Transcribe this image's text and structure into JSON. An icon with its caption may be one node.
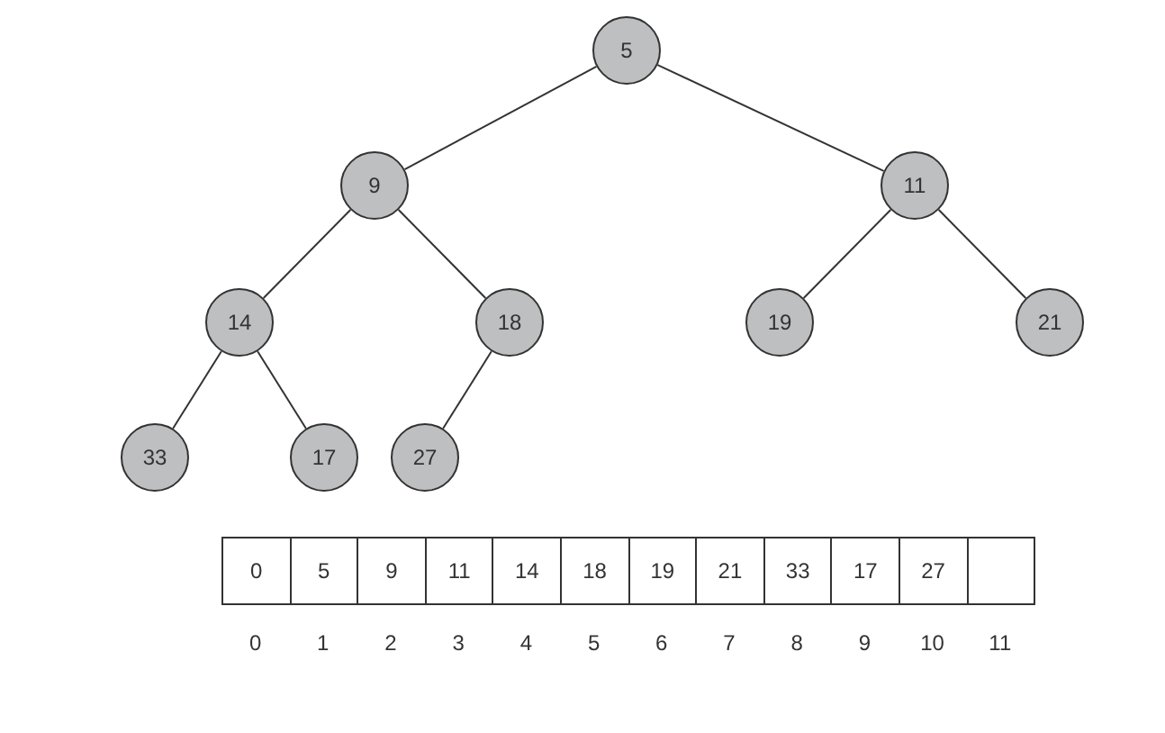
{
  "diagram": {
    "nodes": [
      {
        "text": [
          "5"
        ]
      },
      {
        "text": [
          "9"
        ]
      },
      {
        "text": [
          "11"
        ]
      },
      {
        "text": [
          "14"
        ]
      },
      {
        "text": [
          "18"
        ]
      },
      {
        "text": [
          "19"
        ]
      },
      {
        "text": [
          "21"
        ]
      },
      {
        "text": [
          "33"
        ]
      },
      {
        "text": [
          "17"
        ]
      },
      {
        "text": [
          "27"
        ]
      },
      {
        "text": [
          "0"
        ],
        "beside": [
          "0"
        ]
      },
      {
        "text": [
          "5"
        ],
        "beside": [
          "1"
        ]
      },
      {
        "text": [
          "9"
        ],
        "beside": [
          "2"
        ]
      },
      {
        "text": [
          "11"
        ],
        "beside": [
          "3"
        ]
      },
      {
        "text": [
          "14"
        ],
        "beside": [
          "4"
        ]
      },
      {
        "text": [
          "18"
        ],
        "beside": [
          "5"
        ]
      },
      {
        "text": [
          "19"
        ],
        "beside": [
          "6"
        ]
      },
      {
        "text": [
          "21"
        ],
        "beside": [
          "7"
        ]
      },
      {
        "text": [
          "33"
        ],
        "beside": [
          "8"
        ]
      },
      {
        "text": [
          "17"
        ],
        "beside": [
          "9"
        ]
      },
      {
        "text": [
          "27"
        ],
        "beside": [
          "10"
        ]
      },
      {
        "text": [],
        "shape": "box",
        "beside": [
          "11"
        ]
      }
    ],
    "edges": [
      {
        "from": 0,
        "to": 1,
        "arrow": "none"
      },
      {
        "from": 0,
        "to": 2,
        "arrow": "none"
      },
      {
        "from": 1,
        "to": 3,
        "arrow": "none"
      },
      {
        "from": 1,
        "to": 4,
        "arrow": "none"
      },
      {
        "from": 2,
        "to": 5,
        "arrow": "none"
      },
      {
        "from": 2,
        "to": 6,
        "arrow": "none"
      },
      {
        "from": 3,
        "to": 7,
        "arrow": "none"
      },
      {
        "from": 3,
        "to": 8,
        "arrow": "none"
      },
      {
        "from": 4,
        "to": 9,
        "arrow": "none"
      }
    ]
  }
}
